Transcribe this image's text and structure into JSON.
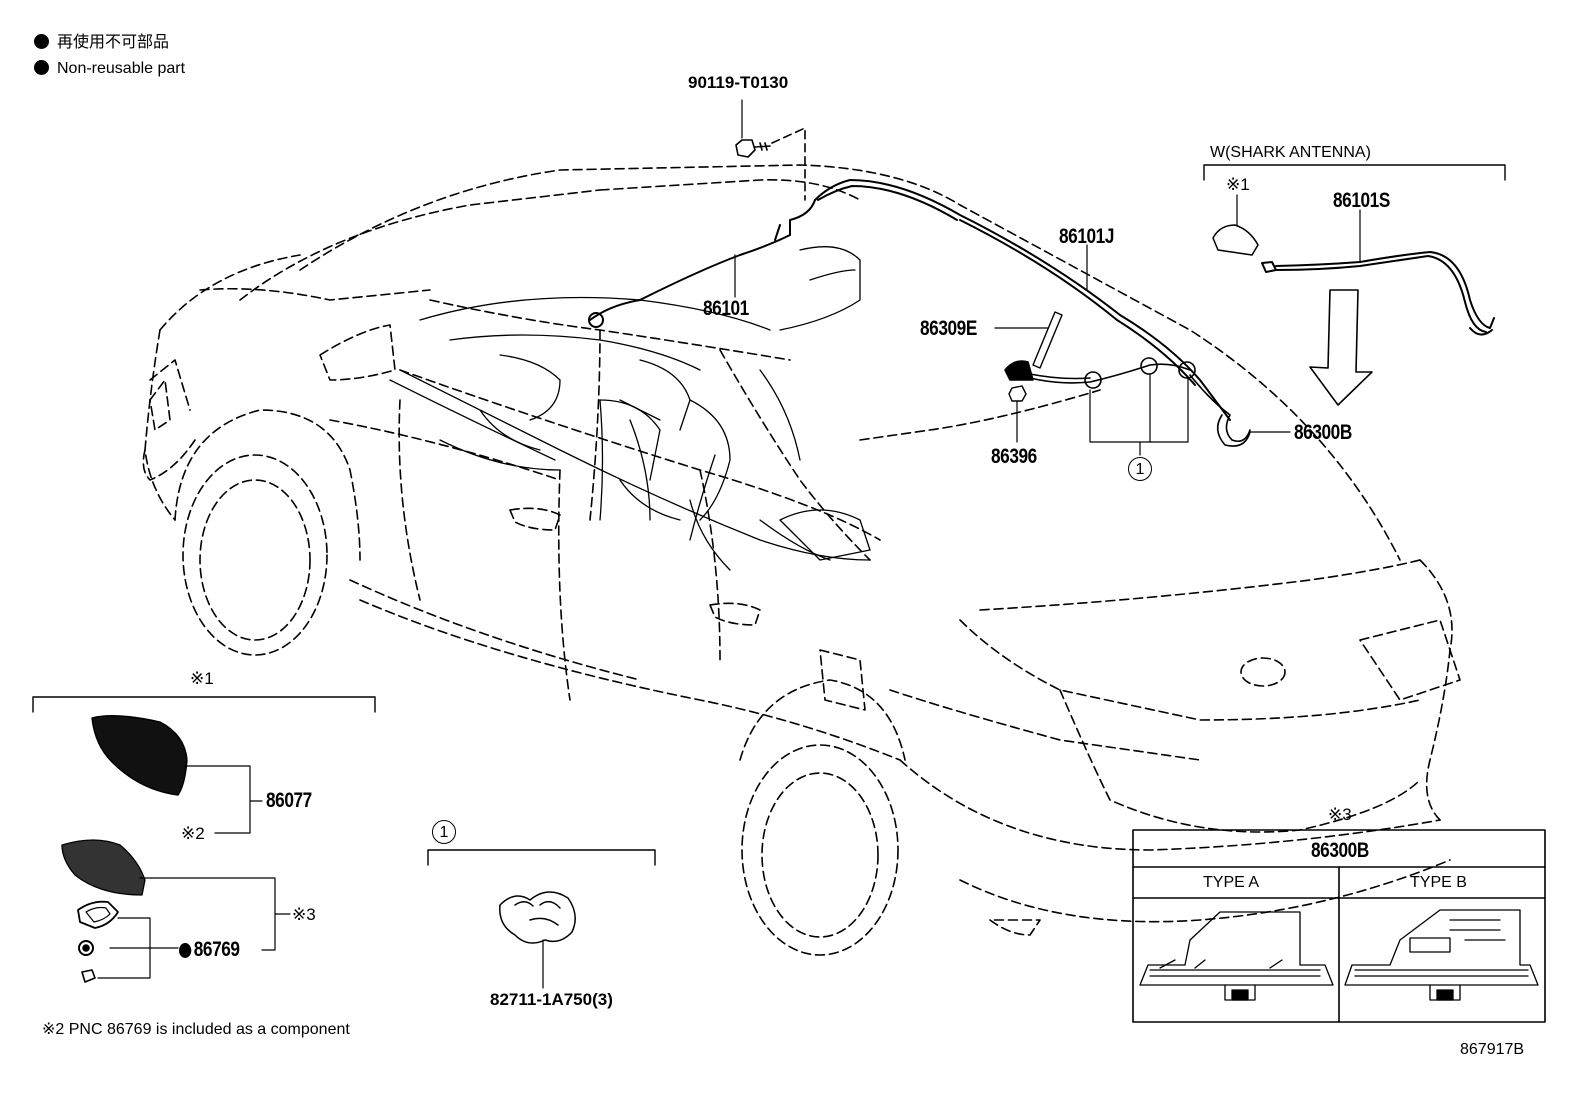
{
  "legend": {
    "japanese": "再使用不可部品",
    "english": "Non-reusable part"
  },
  "parts": {
    "bolt": "90119-T0130",
    "antenna_main": "86101",
    "antenna_j": "86101J",
    "shark_group": "W(SHARK ANTENNA)",
    "shark_cord": "86101S",
    "mark1": "※1",
    "mark3": "※3",
    "mark2": "※2",
    "circle1": "1",
    "pole": "86309E",
    "nut": "86396",
    "amp": "86300B",
    "cover": "86077",
    "gasket": "86769",
    "clamp": "82711-1A750(3)"
  },
  "footnote": "※2 PNC 86769 is included as a component",
  "inset": {
    "title": "86300B",
    "type_a": "TYPE A",
    "type_b": "TYPE B"
  },
  "diagram_id": "867917B"
}
